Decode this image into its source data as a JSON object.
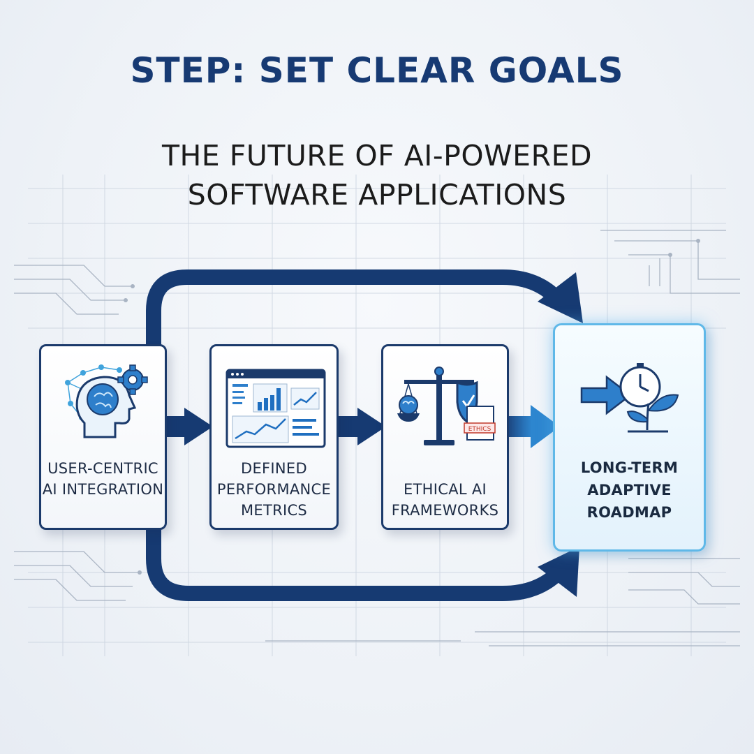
{
  "title": "STEP: SET CLEAR GOALS",
  "subtitle_line1": "THE FUTURE OF AI-POWERED",
  "subtitle_line2": "SOFTWARE APPLICATIONS",
  "steps": [
    {
      "line1": "USER-CENTRIC",
      "line2": "AI INTEGRATION",
      "line3": "",
      "icon": "brain-gear-icon"
    },
    {
      "line1": "DEFINED",
      "line2": "PERFORMANCE",
      "line3": "METRICS",
      "icon": "dashboard-chart-icon"
    },
    {
      "line1": "ETHICAL AI",
      "line2": "FRAMEWORKS",
      "line3": "",
      "icon": "scales-shield-icon"
    },
    {
      "line1": "LONG-TERM",
      "line2": "ADAPTIVE",
      "line3": "ROADMAP",
      "icon": "arrow-clock-plant-icon"
    }
  ],
  "ethics_stamp": "ETHICS",
  "colors": {
    "navy": "#173a73",
    "accent_blue": "#2f7fc8",
    "glow": "#5fb8e8"
  }
}
